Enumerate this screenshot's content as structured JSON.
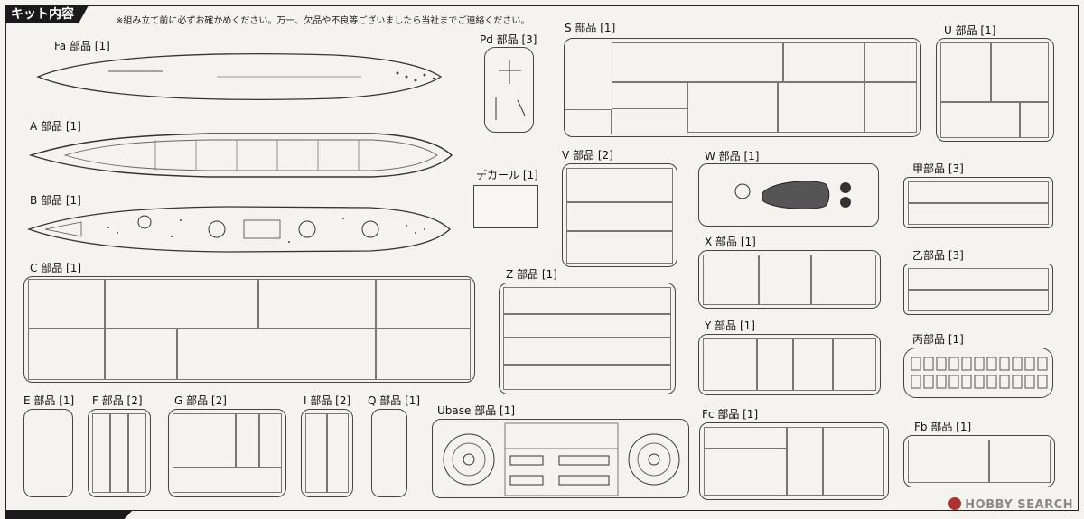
{
  "header": {
    "title": "キット内容",
    "note": "※組み立て前に必ずお確かめください。万一、欠品や不良等ございましたら当社までご連絡ください。"
  },
  "parts": {
    "fa": "Fa 部品 [1]",
    "a": "A 部品 [1]",
    "b": "B 部品 [1]",
    "c": "C 部品 [1]",
    "pd": "Pd 部品 [3]",
    "decal": "デカール [1]",
    "s": "S 部品 [1]",
    "u": "U 部品 [1]",
    "v": "V 部品 [2]",
    "w": "W 部品 [1]",
    "kou": "甲部品 [3]",
    "z": "Z 部品 [1]",
    "x": "X 部品 [1]",
    "otsu": "乙部品 [3]",
    "y": "Y 部品 [1]",
    "hei": "丙部品 [1]",
    "e": "E 部品 [1]",
    "f": "F 部品 [2]",
    "g": "G 部品 [2]",
    "i": "I 部品 [2]",
    "q": "Q 部品 [1]",
    "ubase": "Ubase 部品 [1]",
    "fc": "Fc 部品 [1]",
    "fb": "Fb 部品 [1]"
  },
  "logo": {
    "text": "HOBBY SEARCH"
  }
}
